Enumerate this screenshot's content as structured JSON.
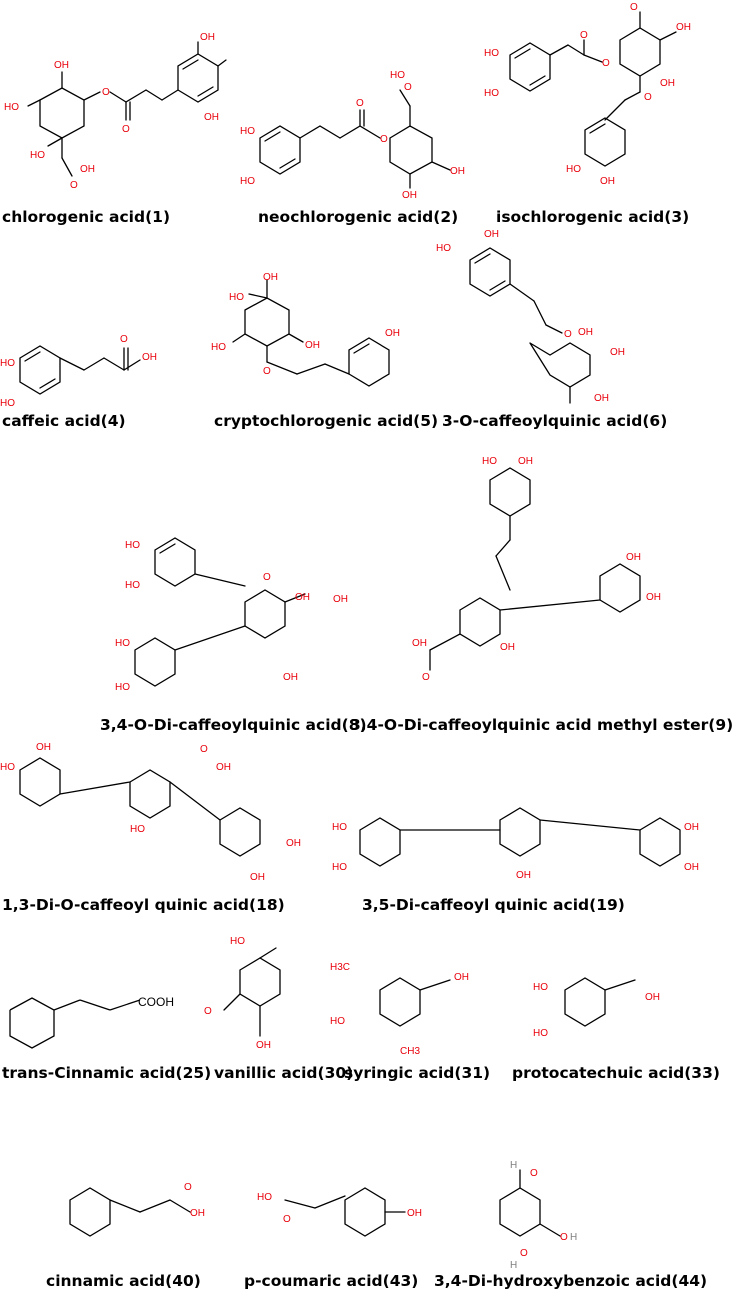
{
  "compounds": [
    {
      "name": "chlorogenic acid(1)"
    },
    {
      "name": "neochlorogenic acid(2)"
    },
    {
      "name": "isochlorogenic acid(3)"
    },
    {
      "name": "caffeic acid(4)"
    },
    {
      "name": "cryptochlorogenic acid(5)"
    },
    {
      "name": "3-O-caffeoylquinic acid(6)"
    },
    {
      "name": "3,4-O-Di-caffeoylquinic acid(8)"
    },
    {
      "name": "3,4-O-Di-caffeoylquinic acid methyl ester(9)"
    },
    {
      "name": "1,3-Di-O-caffeoyl quinic acid(18)"
    },
    {
      "name": "3,5-Di-caffeoyl quinic acid(19)"
    },
    {
      "name": "trans-Cinnamic acid(25)"
    },
    {
      "name": "vanillic acid(30)"
    },
    {
      "name": "syringic acid(31)"
    },
    {
      "name": "protocatechuic acid(33)"
    },
    {
      "name": "cinnamic acid(40)"
    },
    {
      "name": "p-coumaric acid(43)"
    },
    {
      "name": "3,4-Di-hydroxybenzoic acid(44)"
    }
  ],
  "atom_labels": {
    "oh": "OH",
    "ho": "HO",
    "o": "O",
    "h": "H",
    "cooh": "COOH",
    "ome": "H3C",
    "ch3": "CH3"
  },
  "colors": {
    "heteroatom": "#e8000b",
    "bond": "#000000",
    "hydrogen": "#808080"
  }
}
